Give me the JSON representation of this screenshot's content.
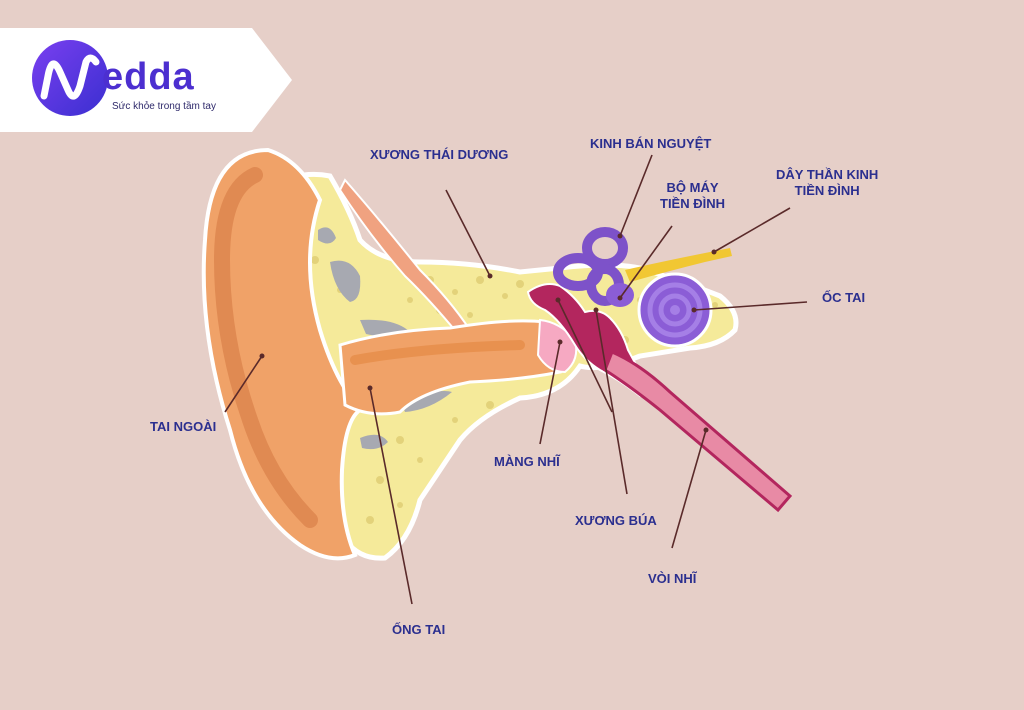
{
  "brand": {
    "name": "edda",
    "tagline": "Sức khỏe trong tầm tay"
  },
  "labels": {
    "xuong_thai_duong": "XƯƠNG THÁI DƯƠNG",
    "kinh_ban_nguyet": "KINH BÁN NGUYỆT",
    "bo_may_line1": "BỘ MÁY",
    "bo_may_line2": "TIỀN ĐÌNH",
    "day_than_kinh_line1": "DÂY THẦN KINH",
    "day_than_kinh_line2": "TIỀN ĐÌNH",
    "oc_tai": "ỐC TAI",
    "tai_ngoai": "TAI NGOÀI",
    "mang_nhi": "MÀNG NHĨ",
    "xuong_bua": "XƯƠNG BÚA",
    "voi_nhi": "VÒI NHĨ",
    "ong_tai": "ỐNG TAI"
  },
  "colors": {
    "background": "#e6cfc8",
    "label": "#2b2f8f",
    "bone": "#f5ea9a",
    "ear": "#f0a268",
    "cochlea": "#8b5dd6",
    "brand": "#4c2fd0"
  }
}
